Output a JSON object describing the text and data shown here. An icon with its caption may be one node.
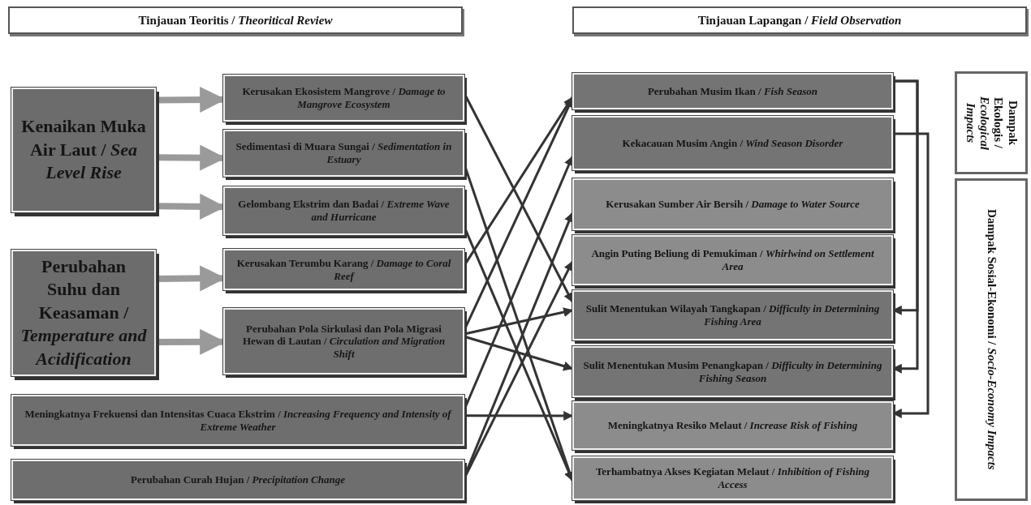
{
  "diagram": {
    "nodes": [
      {
        "text": [
          "Tinjauan Teoritis / *Theoritical Review*"
        ]
      },
      {
        "text": [
          "Tinjauan Lapangan / *Field Observation*"
        ]
      },
      {
        "text": [
          "Kenaikan Muka Air Laut / *Sea Level Rise*"
        ]
      },
      {
        "text": [
          "Kerusakan Ekosistem Mangrove / *Damage to Mangrove Ecosystem*"
        ]
      },
      {
        "text": [
          "Sedimentasi di Muara Sungai / *Sedimentation in Estuary*"
        ]
      },
      {
        "text": [
          "Gelombang Ekstrim dan Badai / *Extreme Wave and Hurricane*"
        ]
      },
      {
        "text": [
          "Perubahan Suhu dan Keasaman / *Temperature and Acidification*"
        ]
      },
      {
        "text": [
          "Kerusakan Terumbu Karang / *Damage to Coral Reef*"
        ]
      },
      {
        "text": [
          "Perubahan Pola Sirkulasi dan Pola Migrasi Hewan di Lautan / *Circulation and Migration Shift*"
        ]
      },
      {
        "text": [
          "Meningkatnya Frekuensi dan Intensitas Cuaca Ekstrim / *Increasing Frequency and Intensity of Extreme Weather*"
        ]
      },
      {
        "text": [
          "Perubahan Curah Hujan / *Precipitation Change*"
        ]
      },
      {
        "text": [
          "Perubahan Musim Ikan / *Fish Season*"
        ]
      },
      {
        "text": [
          "Kekacauan Musim Angin / *Wind Season Disorder*"
        ]
      },
      {
        "text": [
          "Kerusakan Sumber Air Bersih / *Damage to Water Source*"
        ]
      },
      {
        "text": [
          "Angin Puting Beliung di Pemukiman / *Whirlwind on Settlement Area*"
        ]
      },
      {
        "text": [
          "Sulit Menentukan Wilayah Tangkapan / *Difficulty in Determining Fishing Area*"
        ]
      },
      {
        "text": [
          "Sulit Menentukan Musim Penangkapan / *Difficulty in Determining Fishing Season*"
        ]
      },
      {
        "text": [
          "Meningkatnya Resiko Melaut / *Increase Risk of Fishing*"
        ]
      },
      {
        "text": [
          "Terhambatnya Akses Kegiatan Melaut / *Inhibition of Fishing Access*"
        ]
      },
      {
        "text": [
          "Dampak Ekologis / *Ecological Impacts*"
        ]
      },
      {
        "text": [
          "Dampak Sosial-Ekonomi / *Socio-Economy Impacts*"
        ]
      }
    ],
    "edges": [
      {
        "from": 2,
        "to": 3,
        "arrow": "to",
        "style": "thick",
        "color": "#9a9a9a"
      },
      {
        "from": 2,
        "to": 4,
        "arrow": "to",
        "style": "thick",
        "color": "#9a9a9a"
      },
      {
        "from": 2,
        "to": 5,
        "arrow": "to",
        "style": "thick",
        "color": "#9a9a9a"
      },
      {
        "from": 6,
        "to": 7,
        "arrow": "to",
        "style": "thick",
        "color": "#9a9a9a"
      },
      {
        "from": 6,
        "to": 8,
        "arrow": "to",
        "style": "thick",
        "color": "#9a9a9a"
      },
      {
        "from": 3,
        "to": 15,
        "arrow": "to"
      },
      {
        "from": 4,
        "to": 18,
        "arrow": "to"
      },
      {
        "from": 5,
        "to": 18,
        "arrow": "to"
      },
      {
        "from": 7,
        "to": 11,
        "arrow": "to"
      },
      {
        "from": 8,
        "to": 11,
        "arrow": "to"
      },
      {
        "from": 8,
        "to": 15,
        "arrow": "to"
      },
      {
        "from": 8,
        "to": 16,
        "arrow": "to"
      },
      {
        "from": 9,
        "to": 12,
        "arrow": "to"
      },
      {
        "from": 9,
        "to": 17,
        "arrow": "to"
      },
      {
        "from": 10,
        "to": 13,
        "arrow": "to"
      },
      {
        "from": 10,
        "to": 14,
        "arrow": "to"
      },
      {
        "from": 11,
        "to": 15,
        "arrow": "to"
      },
      {
        "from": 11,
        "to": 16,
        "arrow": "to"
      },
      {
        "from": 12,
        "to": 17,
        "arrow": "to"
      }
    ]
  }
}
